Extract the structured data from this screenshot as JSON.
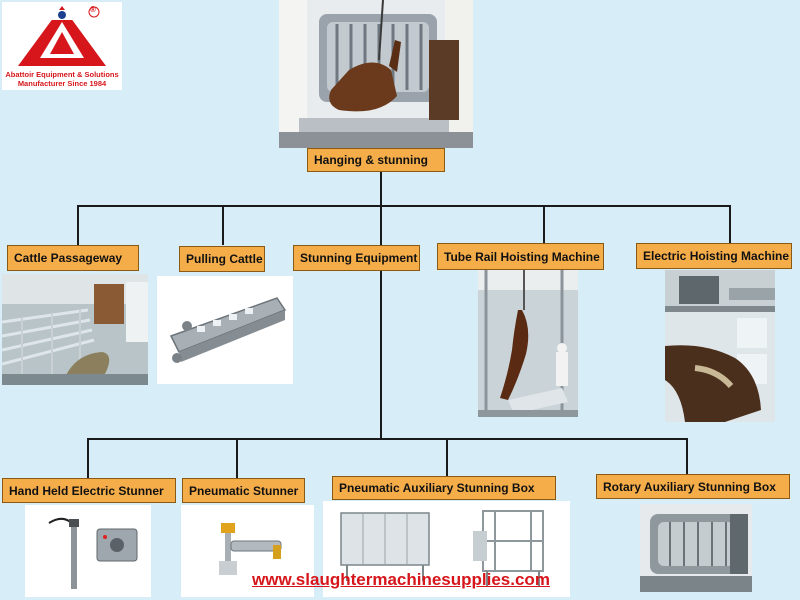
{
  "logo": {
    "registered_mark": "®",
    "caption_line1": "Abattoir Equipment & Solutions",
    "caption_line2": "Manufacturer Since 1984",
    "brand_color": "#d6161b"
  },
  "root": {
    "label": "Hanging & stunning"
  },
  "level1": [
    {
      "label": "Cattle Passageway"
    },
    {
      "label": "Pulling Cattle"
    },
    {
      "label": "Stunning Equipment"
    },
    {
      "label": "Tube Rail Hoisting Machine"
    },
    {
      "label": "Electric Hoisting Machine"
    }
  ],
  "level2": [
    {
      "label": "Hand Held Electric Stunner"
    },
    {
      "label": "Pneumatic Stunner"
    },
    {
      "label": "Pneumatic Auxiliary Stunning Box"
    },
    {
      "label": "Rotary Auxiliary Stunning Box"
    }
  ],
  "website": "www.slaughtermachinesupplies.com",
  "colors": {
    "background": "#d7eef8",
    "box_fill": "#f5ad4a",
    "box_border": "#8a5a14",
    "connector": "#1a1a1a",
    "url_text": "#d6161b"
  }
}
